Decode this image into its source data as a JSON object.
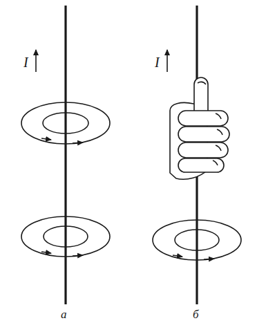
{
  "diagram": {
    "labels": [
      "I",
      "I",
      "а",
      "б"
    ]
  }
}
